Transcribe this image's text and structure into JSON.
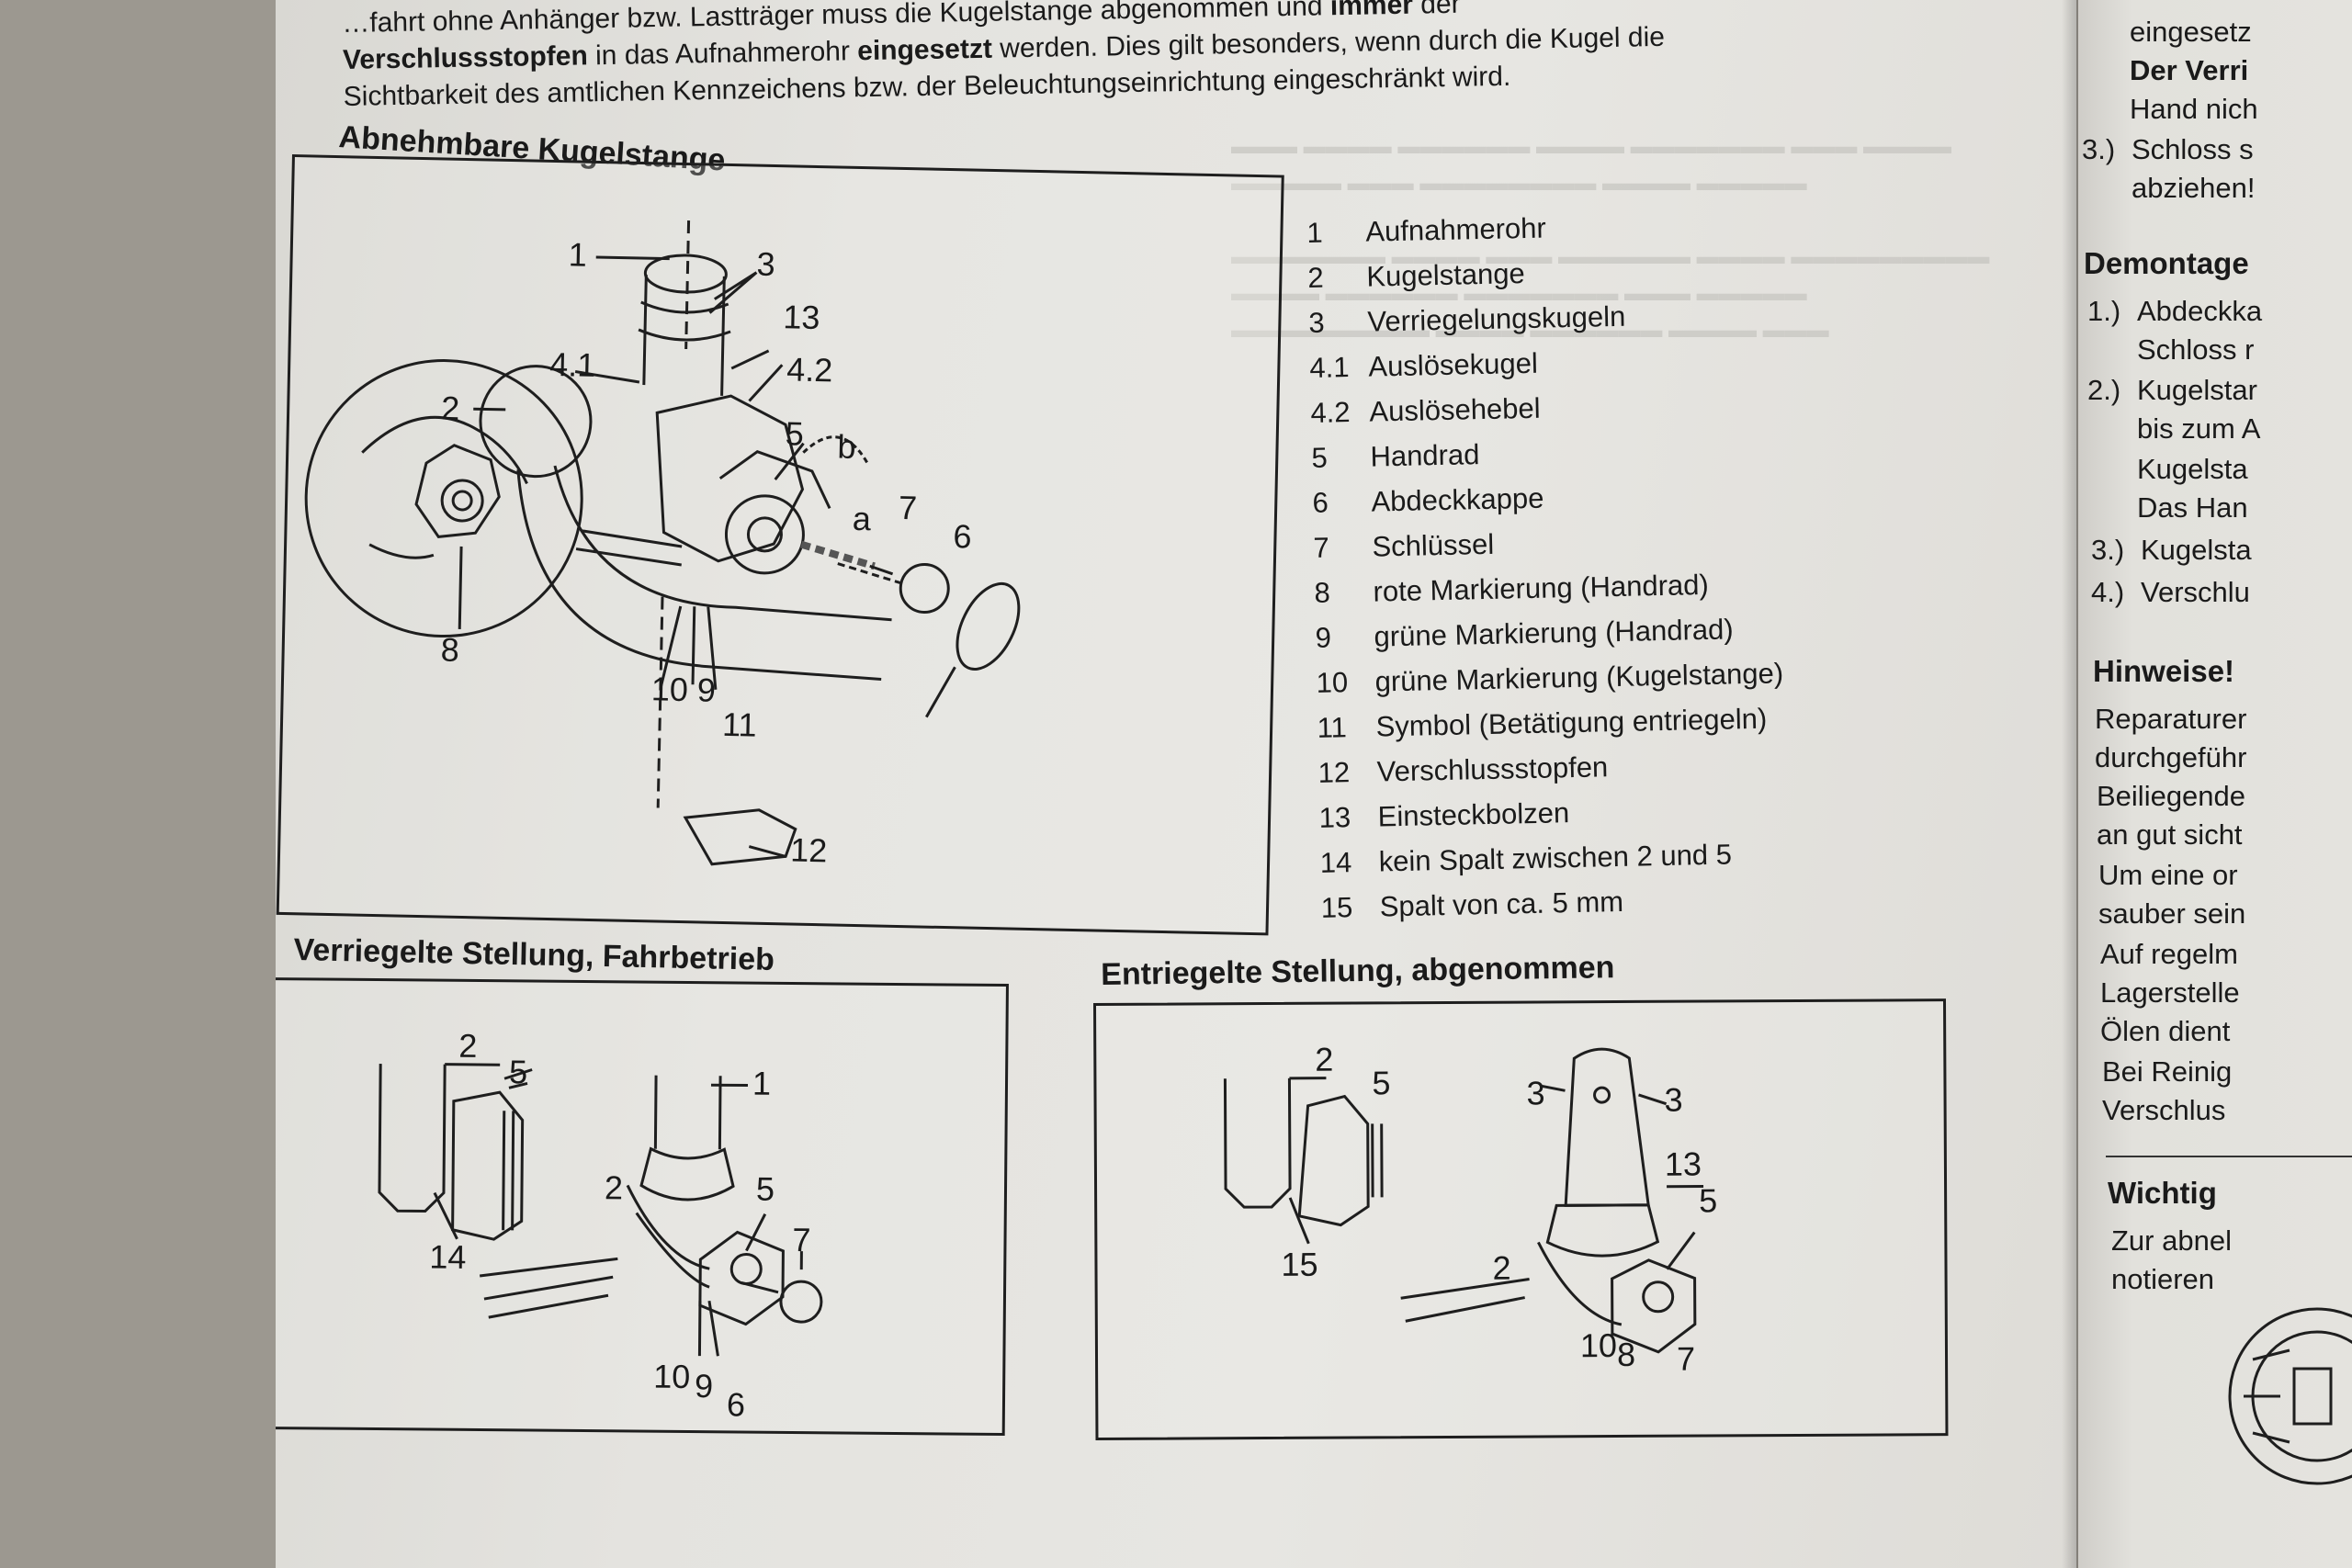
{
  "intro": {
    "line1_pre": "…fahrt ohne Anhänger bzw. Lastträger muss die Kugelstange abgenommen und ",
    "line1_bold": "immer",
    "line1_post": " der",
    "line2_bold": "Verschlussstopfen",
    "line2_mid": " in das Aufnahmerohr ",
    "line2_bold2": "eingesetzt",
    "line2_post": " werden. Dies gilt besonders, wenn durch die Kugel die",
    "line3": "Sichtbarkeit des amtlichen Kennzeichens bzw. der Beleuchtungseinrichtung eingeschränkt wird."
  },
  "main_section": {
    "title": "Abnehmbare Kugelstange",
    "callouts": [
      "1",
      "3",
      "13",
      "4.1",
      "4.2",
      "2",
      "5",
      "b",
      "a",
      "7",
      "6",
      "8",
      "10",
      "9",
      "11",
      "12"
    ]
  },
  "legend": [
    {
      "num": "1",
      "label": "Aufnahmerohr"
    },
    {
      "num": "2",
      "label": "Kugelstange"
    },
    {
      "num": "3",
      "label": "Verriegelungskugeln"
    },
    {
      "num": "4.1",
      "label": "Auslösekugel"
    },
    {
      "num": "4.2",
      "label": "Auslösehebel"
    },
    {
      "num": "5",
      "label": "Handrad"
    },
    {
      "num": "6",
      "label": "Abdeckkappe"
    },
    {
      "num": "7",
      "label": "Schlüssel"
    },
    {
      "num": "8",
      "label": "rote Markierung (Handrad)"
    },
    {
      "num": "9",
      "label": "grüne Markierung (Handrad)"
    },
    {
      "num": "10",
      "label": "grüne Markierung (Kugelstange)"
    },
    {
      "num": "11",
      "label": "Symbol (Betätigung entriegeln)"
    },
    {
      "num": "12",
      "label": "Verschlussstopfen"
    },
    {
      "num": "13",
      "label": "Einsteckbolzen"
    },
    {
      "num": "14",
      "label": "kein Spalt zwischen 2 und 5"
    },
    {
      "num": "15",
      "label": "Spalt von ca. 5 mm"
    }
  ],
  "locked_section": {
    "title": "Verriegelte Stellung, Fahrbetrieb",
    "callouts": [
      "2",
      "5",
      "14",
      "1",
      "2",
      "5",
      "7",
      "10",
      "9",
      "6"
    ]
  },
  "unlocked_section": {
    "title": "Entriegelte Stellung, abgenommen",
    "callouts": [
      "2",
      "5",
      "15",
      "3",
      "3",
      "13",
      "5",
      "2",
      "10",
      "8",
      "7"
    ]
  },
  "right_column": {
    "top_lines": [
      "eingesetz",
      "Der Verri",
      "Hand nich"
    ],
    "step3": {
      "num": "3.)",
      "lines": [
        "Schloss s",
        "abziehen!"
      ]
    },
    "demontage": {
      "title": "Demontage",
      "items": [
        {
          "num": "1.)",
          "lines": [
            "Abdeckka",
            "Schloss r"
          ]
        },
        {
          "num": "2.)",
          "lines": [
            "Kugelstar",
            "bis zum A",
            "Kugelsta",
            "Das Han"
          ]
        },
        {
          "num": "3.)",
          "lines": [
            "Kugelsta"
          ]
        },
        {
          "num": "4.)",
          "lines": [
            "Verschlu"
          ]
        }
      ]
    },
    "hinweise": {
      "title": "Hinweise!",
      "lines": [
        "Reparaturer",
        "durchgeführ",
        "Beiliegende",
        "an gut sicht",
        "Um eine or",
        "sauber sein",
        "Auf regelm",
        "Lagerstelle",
        "Ölen dient",
        "Bei Reinig",
        "Verschlus"
      ]
    },
    "wichtig": {
      "title": "Wichtig",
      "lines": [
        "Zur abnel",
        "notieren"
      ]
    }
  }
}
